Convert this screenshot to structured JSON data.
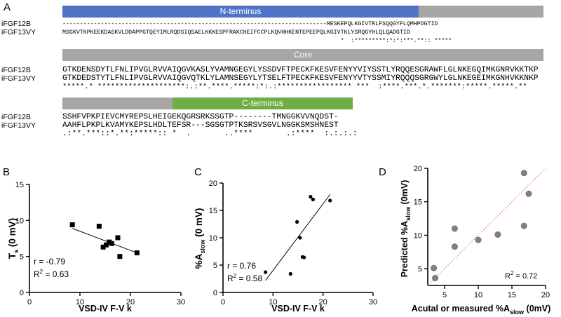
{
  "panels": {
    "A": "A",
    "B": "B",
    "C": "C",
    "D": "D"
  },
  "alignment": {
    "regions": [
      "N-terminus",
      "Core",
      "C-terminus"
    ],
    "colors": {
      "n_terminus": "#4f73c6",
      "core": "#a6a6a6",
      "c_terminus": "#70ad47",
      "grey": "#a6a6a6"
    },
    "names": [
      "iFGF12B",
      "iFGF13VY"
    ],
    "blocks": [
      {
        "seq1": "----------------------------------------------------------------------------MESKEPQLKGIVTRLFSQQGYFLQMHPDGTID",
        "seq2": "MSGKVTKPKEEKDASKVLDDAPPGTQEYIMLRQDSIQSAELKKKESPFRAKCHEIFCCPLKQVHHKENTEPEEPQLKGIVTKLYSRQGYHLQLQADGTID",
        "cons": "                                                                                *  :*********:*:*:***.**:: *****"
      },
      {
        "seq1": "GTKDENSDYTLFNLIPVGLRVVAIQGVKASLYVAMNGEGYLYSSDVFTPECKFKESVFENYYVIYSSTLYRQQESGRAWFLGLNKEGQIMKGNRVKKTKP",
        "seq2": "GTKDEDSTYTLFNLIPVGLRVVAIQGVQTKLYLAMNSEGYLYTSELFTPECKFKESVFENYYVTYSSMIYRQQQSGRGWYLGLNKEGEIMKGNHVKKNKP",
        "cons": "*****.* ********************:.:**.****.*****:*:.:***************** ***  :****.***.*.*******:*****.*****.**"
      },
      {
        "seq1": "SSHFVPKPIEVCMYREPSLHEIGEKQGRSRKSSGTP--------TMNGGKVVNQDST-",
        "seq2": "AAHFLPKPLKVAMYKEPSLHDLTEFSR---SGSGTPTKSRSVSGVLNGGKSMSHNEST",
        "cons": ".:**.***::*.**:*****:: *  .       ..****       .:****  :.:.:.:"
      }
    ]
  },
  "plot_b": {
    "panel": "B",
    "ylabel_main": "T",
    "ylabel_sub": "s",
    "ylabel_rest": " (0 mV)",
    "xlabel": "VSD-IV F-V k",
    "r_text": "r = -0.79",
    "r2_main": "R",
    "r2_sup": "2",
    "r2_rest": " = 0.63",
    "x_ticks": [
      "0",
      "10",
      "20",
      "30"
    ],
    "y_ticks": [
      "0",
      "5",
      "10",
      "15"
    ]
  },
  "plot_c": {
    "panel": "C",
    "ylabel_main": "%A",
    "ylabel_sub": "slow",
    "ylabel_rest": " (0 mV)",
    "xlabel": "VSD-IV F-V k",
    "r_text": "r = 0.76",
    "r2_main": "R",
    "r2_sup": "2",
    "r2_rest": " = 0.58",
    "x_ticks": [
      "0",
      "10",
      "20",
      "30"
    ],
    "y_ticks": [
      "0",
      "5",
      "10",
      "15",
      "20"
    ]
  },
  "plot_d": {
    "panel": "D",
    "ylabel_main": "Predicted %A",
    "ylabel_sub": "slow",
    "ylabel_rest": " (0mV)",
    "xlabel_main": "Acutal or measured %A",
    "xlabel_sub": "slow",
    "xlabel_rest": " (0mV)",
    "r2_main": "R",
    "r2_sup": "2",
    "r2_rest": " = 0.72",
    "x_ticks": [
      "5",
      "10",
      "15",
      "20"
    ],
    "y_ticks": [
      "5",
      "10",
      "15",
      "20"
    ]
  },
  "chart_data": [
    {
      "type": "scatter",
      "panel": "B",
      "xlabel": "VSD-IV F-V k",
      "ylabel": "Ts (0 mV)",
      "xlim": [
        0,
        30
      ],
      "ylim": [
        0,
        15
      ],
      "points": [
        [
          8.5,
          9.4
        ],
        [
          13.8,
          9.2
        ],
        [
          14.6,
          6.3
        ],
        [
          15.2,
          6.6
        ],
        [
          15.8,
          7.0
        ],
        [
          16.3,
          6.8
        ],
        [
          17.5,
          7.6
        ],
        [
          17.9,
          5.0
        ],
        [
          21.3,
          5.5
        ]
      ],
      "fit": [
        [
          8.5,
          8.9
        ],
        [
          21.3,
          5.5
        ]
      ],
      "annotations": [
        "r = -0.79",
        "R2 = 0.63"
      ],
      "marker_color": "#000000"
    },
    {
      "type": "scatter",
      "panel": "C",
      "xlabel": "VSD-IV F-V k",
      "ylabel": "%Aslow (0 mV)",
      "xlim": [
        0,
        30
      ],
      "ylim": [
        0,
        20
      ],
      "points": [
        [
          8.5,
          3.7
        ],
        [
          13.5,
          3.4
        ],
        [
          14.8,
          12.9
        ],
        [
          15.4,
          10.0
        ],
        [
          15.9,
          6.5
        ],
        [
          16.2,
          6.4
        ],
        [
          17.5,
          17.5
        ],
        [
          18.0,
          17.0
        ],
        [
          21.4,
          16.8
        ]
      ],
      "fit": [
        [
          8.5,
          2.2
        ],
        [
          21.4,
          17.9
        ]
      ],
      "annotations": [
        "r = 0.76",
        "R2 = 0.58"
      ],
      "marker_color": "#000000"
    },
    {
      "type": "scatter",
      "panel": "D",
      "xlabel": "Acutal or measured %Aslow (0mV)",
      "ylabel": "Predicted %Aslow (0mV)",
      "xlim": [
        2.5,
        20
      ],
      "ylim": [
        2.5,
        20
      ],
      "points": [
        [
          3.4,
          5.1
        ],
        [
          3.6,
          3.6
        ],
        [
          6.5,
          11.0
        ],
        [
          6.5,
          8.3
        ],
        [
          10.0,
          9.3
        ],
        [
          12.9,
          10.1
        ],
        [
          16.8,
          19.3
        ],
        [
          16.8,
          11.4
        ],
        [
          17.5,
          16.2
        ]
      ],
      "identity_line": [
        [
          2.5,
          2.5
        ],
        [
          20,
          20
        ]
      ],
      "annotations": [
        "R2 = 0.72"
      ],
      "marker_color": "#808080",
      "line_color": "#ff6f6f"
    }
  ]
}
